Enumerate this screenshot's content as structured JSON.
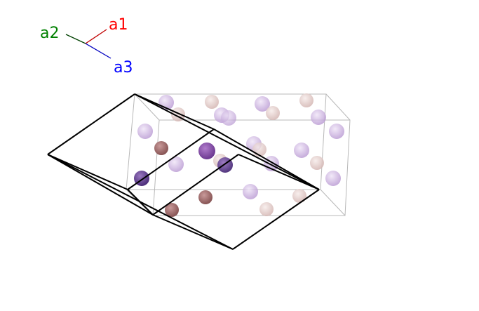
{
  "axes": {
    "a1": {
      "label": "a1",
      "color": "#ff0000"
    },
    "a2": {
      "label": "a2",
      "color": "#008000"
    },
    "a3": {
      "label": "a3",
      "color": "#0000ff"
    }
  },
  "colors": {
    "light_purple": "#c6a8dc",
    "beige": "#e2c8c6",
    "brown": "#a06868",
    "dark_purple": "#7e48a0",
    "deep_purple": "#5e3c88",
    "box": "#b8b8b8",
    "cell": "#000000"
  }
}
